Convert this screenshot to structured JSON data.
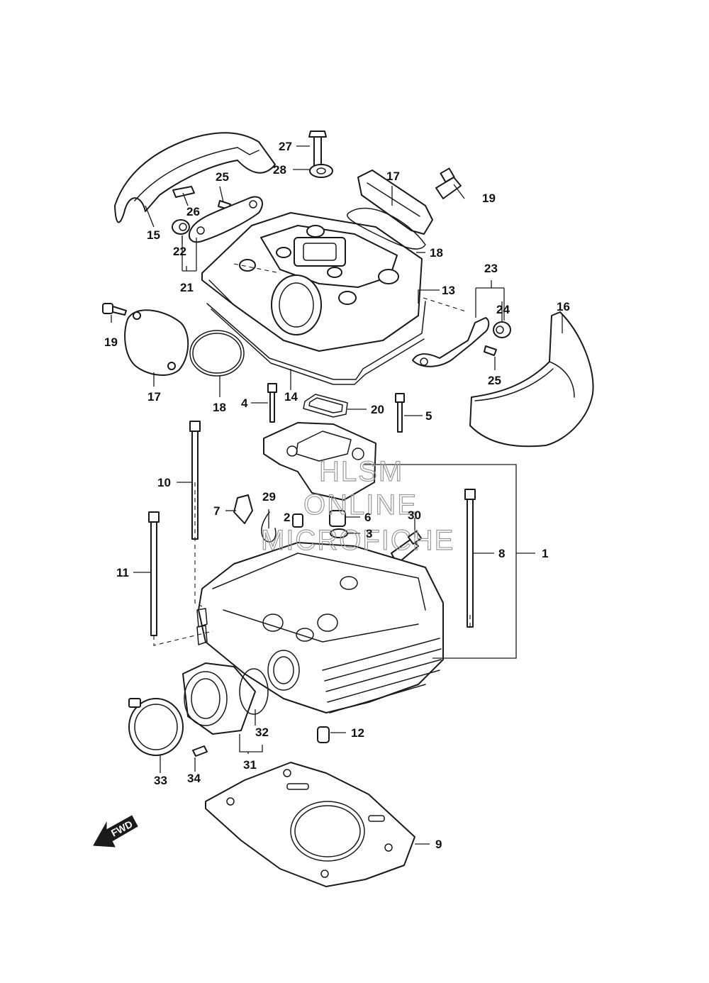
{
  "diagram": {
    "callouts": [
      {
        "id": "c1",
        "label": "1"
      },
      {
        "id": "c2",
        "label": "2"
      },
      {
        "id": "c3",
        "label": "3"
      },
      {
        "id": "c4",
        "label": "4"
      },
      {
        "id": "c5",
        "label": "5"
      },
      {
        "id": "c6",
        "label": "6"
      },
      {
        "id": "c7",
        "label": "7"
      },
      {
        "id": "c8",
        "label": "8"
      },
      {
        "id": "c9",
        "label": "9"
      },
      {
        "id": "c10",
        "label": "10"
      },
      {
        "id": "c11",
        "label": "11"
      },
      {
        "id": "c12",
        "label": "12"
      },
      {
        "id": "c13",
        "label": "13"
      },
      {
        "id": "c14",
        "label": "14"
      },
      {
        "id": "c15",
        "label": "15"
      },
      {
        "id": "c16",
        "label": "16"
      },
      {
        "id": "c17a",
        "label": "17"
      },
      {
        "id": "c17b",
        "label": "17"
      },
      {
        "id": "c18a",
        "label": "18"
      },
      {
        "id": "c18b",
        "label": "18"
      },
      {
        "id": "c19a",
        "label": "19"
      },
      {
        "id": "c19b",
        "label": "19"
      },
      {
        "id": "c20",
        "label": "20"
      },
      {
        "id": "c21",
        "label": "21"
      },
      {
        "id": "c22",
        "label": "22"
      },
      {
        "id": "c23",
        "label": "23"
      },
      {
        "id": "c24",
        "label": "24"
      },
      {
        "id": "c25a",
        "label": "25"
      },
      {
        "id": "c25b",
        "label": "25"
      },
      {
        "id": "c26",
        "label": "26"
      },
      {
        "id": "c27",
        "label": "27"
      },
      {
        "id": "c28",
        "label": "28"
      },
      {
        "id": "c29",
        "label": "29"
      },
      {
        "id": "c30",
        "label": "30"
      },
      {
        "id": "c31",
        "label": "31"
      },
      {
        "id": "c32",
        "label": "32"
      },
      {
        "id": "c33",
        "label": "33"
      },
      {
        "id": "c34",
        "label": "34"
      }
    ],
    "direction_arrow": "FWD"
  },
  "watermark": {
    "line1": "HLSM",
    "line2": "ONLINE",
    "line3": "MICROFICHE",
    "color": "#9a9a9a"
  }
}
